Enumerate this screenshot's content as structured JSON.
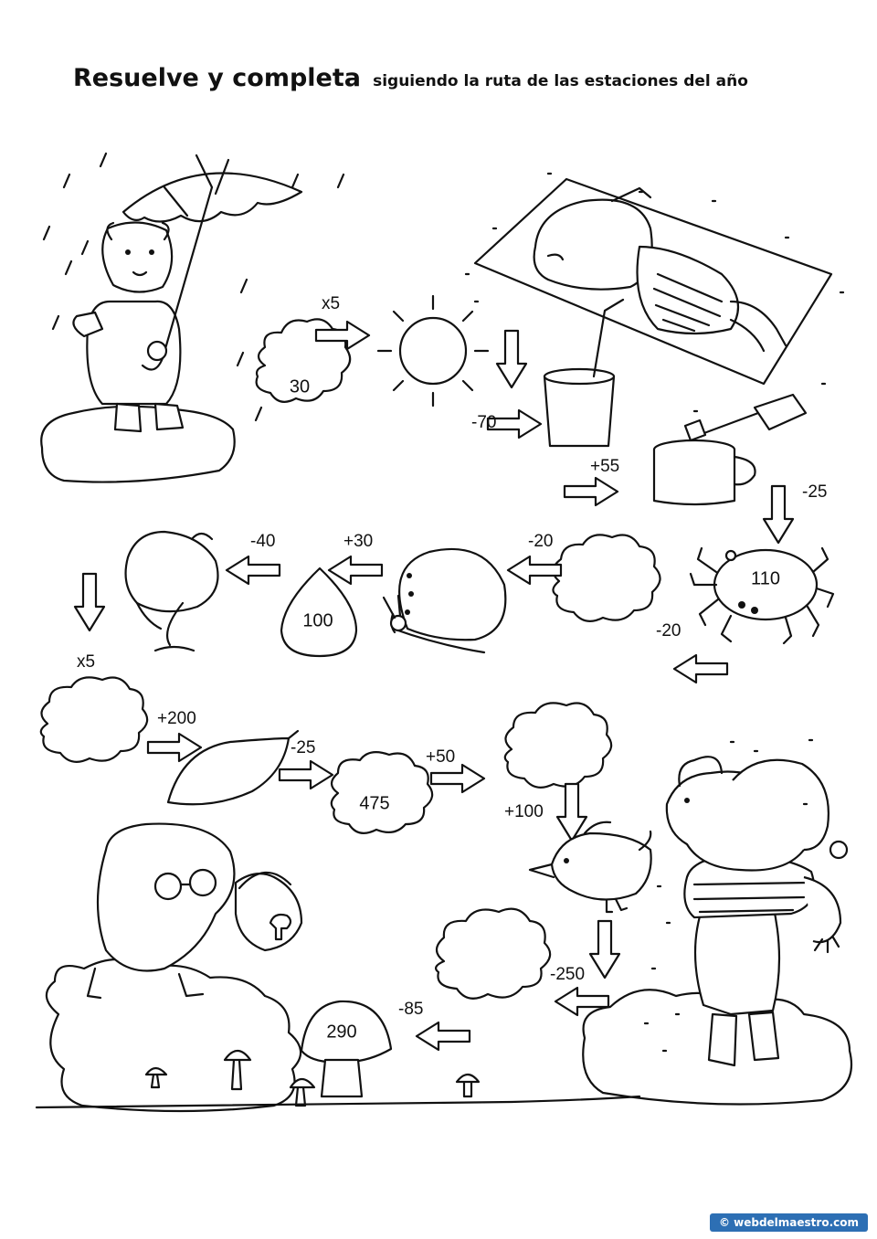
{
  "title": {
    "main": "Resuelve y completa",
    "sub": "siguiendo la ruta de las estaciones del año"
  },
  "icons": [
    "umbrella-bear-icon",
    "sun-icon",
    "sunbathing-bear-icon",
    "bucket-icon",
    "pot-icon",
    "spider-icon",
    "cloud-icon",
    "butterfly-icon",
    "drop-icon",
    "flower-bud-icon",
    "leaf-icon",
    "bird-icon",
    "winter-bear-icon",
    "mushroom-picker-bear-icon",
    "mushroom-icon"
  ],
  "operations": {
    "op1": "x5",
    "op2": "-70",
    "op3": "+55",
    "op4": "-25",
    "op5": "-20",
    "op6": "-20",
    "op7": "+30",
    "op8": "-40",
    "op9": "x5",
    "op10": "+200",
    "op11": "-25",
    "op12": "+50",
    "op13": "+100",
    "op14": "-250",
    "op15": "-85"
  },
  "values": {
    "start": "30",
    "spider": "110",
    "drop": "100",
    "cloud_autumn": "475",
    "mushroom": "290"
  },
  "credit": "© webdelmaestro.com"
}
